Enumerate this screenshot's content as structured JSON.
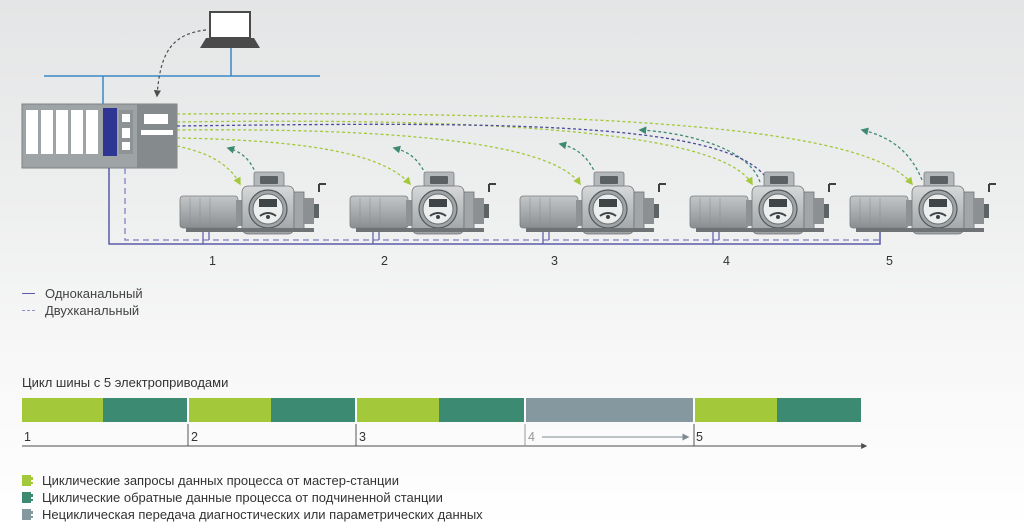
{
  "drive_labels": [
    "1",
    "2",
    "3",
    "4",
    "5"
  ],
  "line_legend": {
    "single": "Одноканальный",
    "dual": "Двухканальный"
  },
  "bus_cycle": {
    "title": "Цикл шины с 5 электроприводами",
    "markers": [
      "1",
      "2",
      "3",
      "4",
      "5"
    ]
  },
  "legend": {
    "request": "Циклические запросы данных процесса от мастер-станции",
    "response": "Циклические обратные данные процесса от подчиненной станции",
    "acyclic": "Нециклическая передача диагностических или параметрических данных"
  },
  "colors": {
    "request": "#a3c83a",
    "response": "#3d8a73",
    "acyclic": "#86989f",
    "single_line": "#5a5aa8",
    "dual_line": "#8f8fc8",
    "network": "#3b87c6"
  }
}
